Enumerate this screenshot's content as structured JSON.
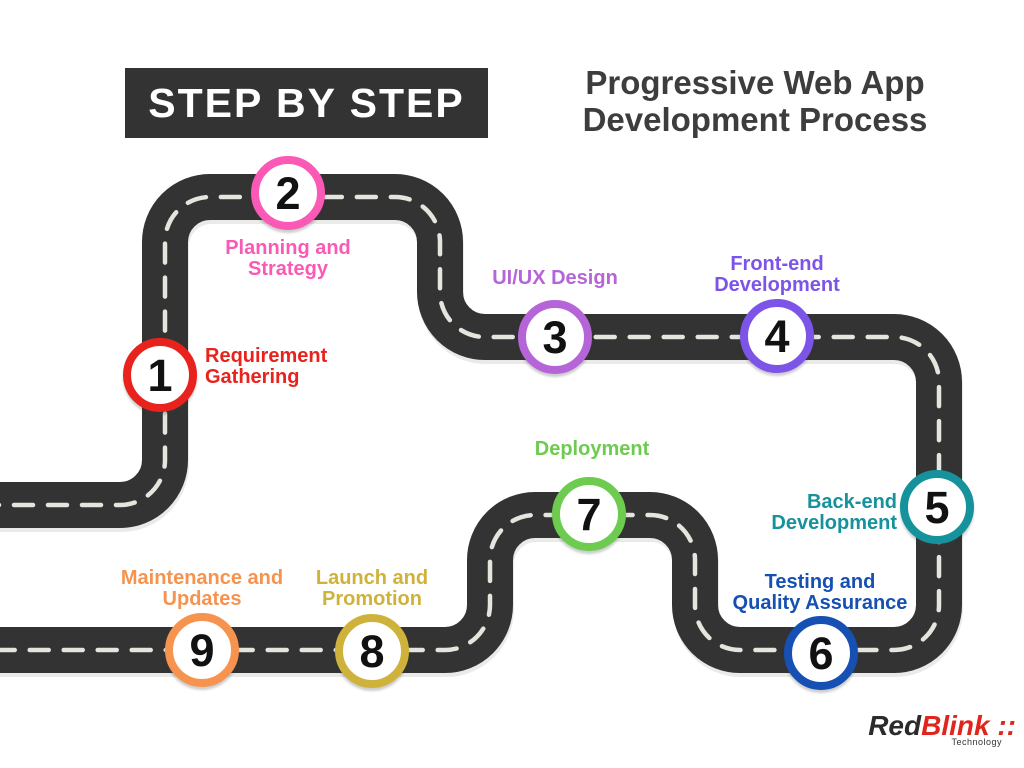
{
  "header": {
    "badge": "STEP BY STEP",
    "title_line1": "Progressive Web App",
    "title_line2": "Development Process"
  },
  "road": {
    "asphalt_color": "#333333",
    "dash_color": "#e3e6dd",
    "shadow_color": "#d9d9d6"
  },
  "steps": [
    {
      "number": "1",
      "line1": "Requirement",
      "line2": "Gathering",
      "color": "#e8231d"
    },
    {
      "number": "2",
      "line1": "Planning and",
      "line2": "Strategy",
      "color": "#fa5ab5"
    },
    {
      "number": "3",
      "line1": "UI/UX Design",
      "line2": "",
      "color": "#b565d8"
    },
    {
      "number": "4",
      "line1": "Front-end",
      "line2": "Development",
      "color": "#7c55e8"
    },
    {
      "number": "5",
      "line1": "Back-end",
      "line2": "Development",
      "color": "#16929c"
    },
    {
      "number": "6",
      "line1": "Testing and",
      "line2": "Quality Assurance",
      "color": "#1550b2"
    },
    {
      "number": "7",
      "line1": "Deployment",
      "line2": "",
      "color": "#6dcb50"
    },
    {
      "number": "8",
      "line1": "Launch and",
      "line2": "Promotion",
      "color": "#cfb23c"
    },
    {
      "number": "9",
      "line1": "Maintenance and",
      "line2": "Updates",
      "color": "#f6934e"
    }
  ],
  "logo": {
    "part1": "Red",
    "part2": "Blink",
    "mark": "::",
    "subtext": "Technology",
    "part1_color": "#2b2b2b",
    "part2_color": "#e0251c"
  }
}
